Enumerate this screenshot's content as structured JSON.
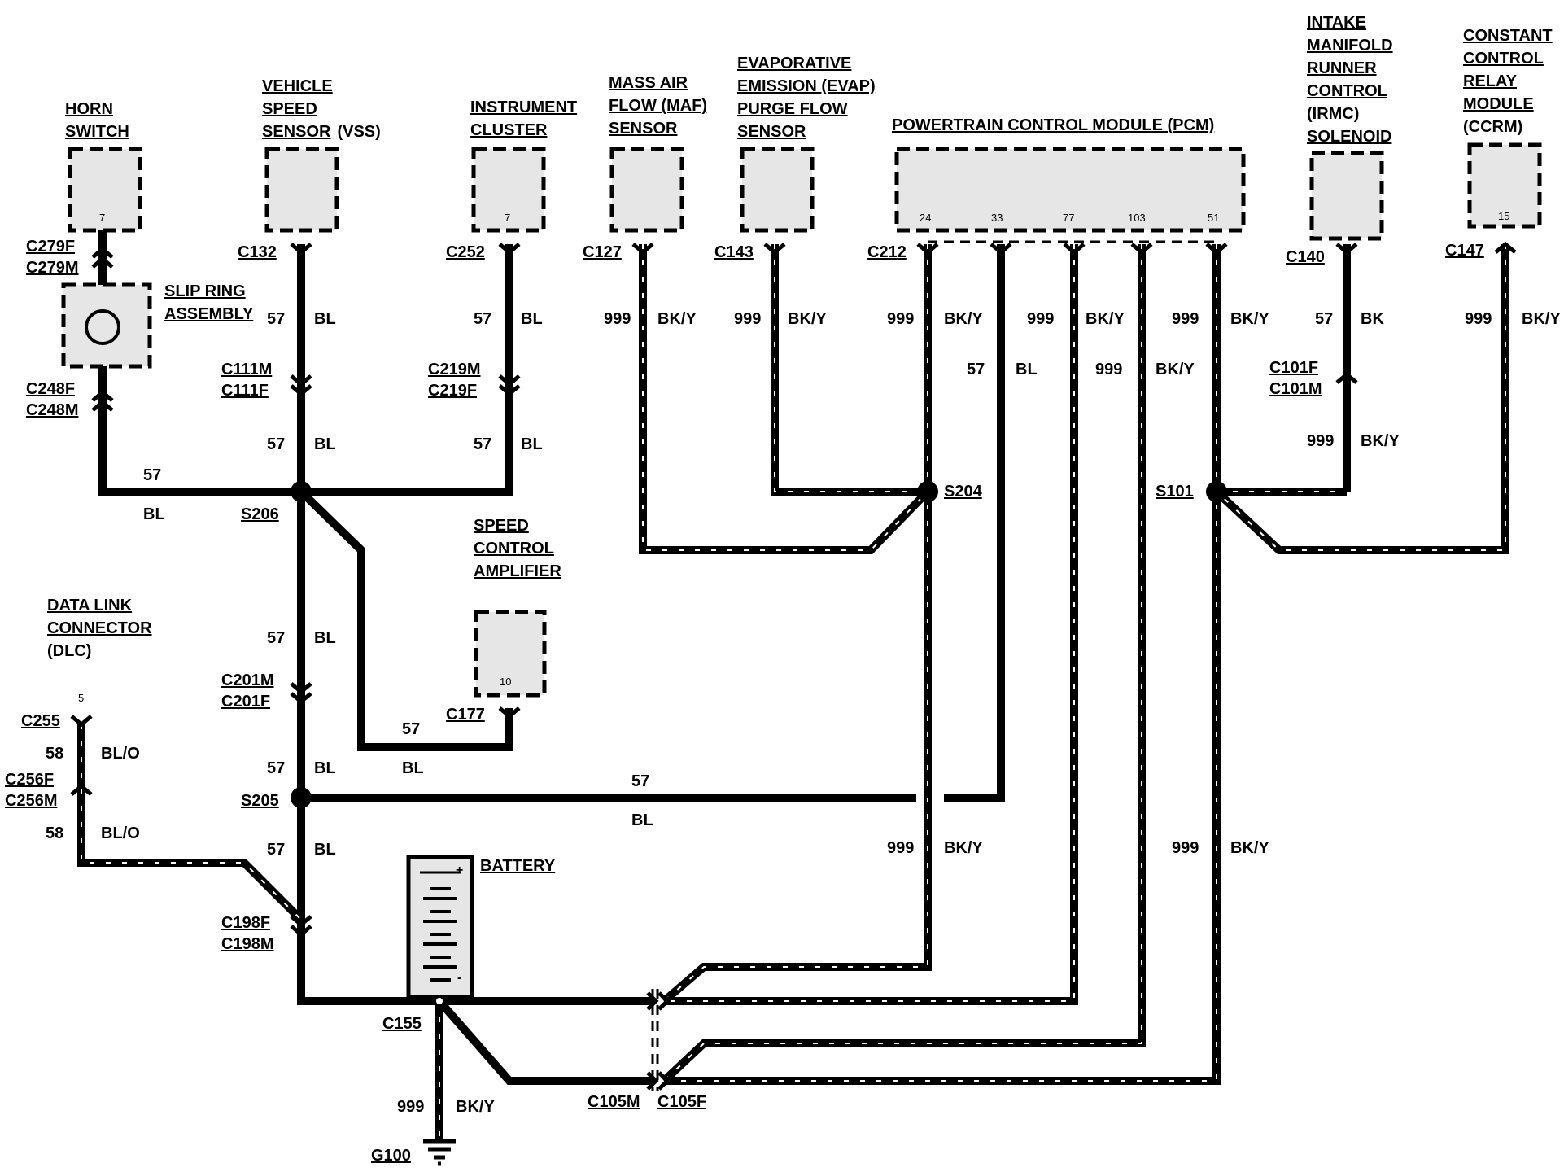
{
  "components": {
    "horn_switch": [
      "HORN",
      "SWITCH"
    ],
    "vss": [
      "VEHICLE",
      "SPEED",
      "SENSOR",
      "(VSS)"
    ],
    "instrument_cluster": [
      "INSTRUMENT",
      "CLUSTER"
    ],
    "maf": [
      "MASS AIR",
      "FLOW (MAF)",
      "SENSOR"
    ],
    "evap": [
      "EVAPORATIVE",
      "EMISSION (EVAP)",
      "PURGE FLOW",
      "SENSOR"
    ],
    "pcm": "POWERTRAIN CONTROL MODULE (PCM)",
    "irmc": [
      "INTAKE",
      "MANIFOLD",
      "RUNNER",
      "CONTROL",
      "(IRMC)",
      "SOLENOID"
    ],
    "ccrm": [
      "CONSTANT",
      "CONTROL",
      "RELAY",
      "MODULE",
      "(CCRM)"
    ],
    "slip_ring": [
      "SLIP RING",
      "ASSEMBLY"
    ],
    "speed_control": [
      "SPEED",
      "CONTROL",
      "AMPLIFIER"
    ],
    "dlc": [
      "DATA LINK",
      "CONNECTOR",
      "(DLC)"
    ],
    "battery": "BATTERY"
  },
  "pins": {
    "horn": "7",
    "cluster": "7",
    "amp": "10",
    "ccrm": "15",
    "dlc": "5",
    "pcm": [
      "24",
      "33",
      "77",
      "103",
      "51"
    ]
  },
  "connectors": {
    "c279f": "C279F",
    "c279m": "C279M",
    "c248f": "C248F",
    "c248m": "C248M",
    "c132": "C132",
    "c111m": "C111M",
    "c111f": "C111F",
    "c252": "C252",
    "c219m": "C219M",
    "c219f": "C219F",
    "c127": "C127",
    "c143": "C143",
    "c212": "C212",
    "c140": "C140",
    "c101f": "C101F",
    "c101m": "C101M",
    "c147": "C147",
    "c177": "C177",
    "c201m": "C201M",
    "c201f": "C201F",
    "c255": "C255",
    "c256f": "C256F",
    "c256m": "C256M",
    "c198f": "C198F",
    "c198m": "C198M",
    "c155": "C155",
    "c105m": "C105M",
    "c105f": "C105F"
  },
  "splices": {
    "s206": "S206",
    "s204": "S204",
    "s101": "S101",
    "s205": "S205"
  },
  "ground": "G100",
  "circuits": {
    "c57": "57",
    "c999": "999",
    "c58": "58"
  },
  "colors": {
    "bl": "BL",
    "bky": "BK/Y",
    "blo": "BL/O",
    "bk": "BK"
  }
}
